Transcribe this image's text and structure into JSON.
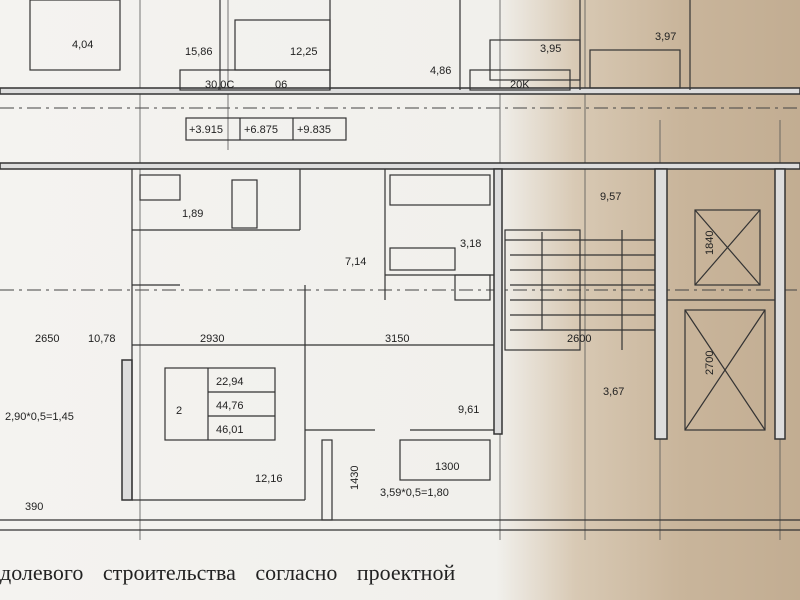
{
  "plan": {
    "top_rooms": [
      "4,04",
      "15,86",
      "12,25",
      "4,86",
      "3,95",
      "3,97"
    ],
    "top_balconies": [
      "30,0C",
      "06",
      "20K"
    ],
    "elevations": [
      "+3.915",
      "+6.875",
      "+9.835"
    ],
    "rooms": {
      "bath": "1,89",
      "kitchen": "7,14",
      "wc": "3,18",
      "stair_hall": "9,57",
      "lift_dim": "1840",
      "lobby": "3,67",
      "lift_dim2": "2700",
      "hall": "9,61",
      "living": "12,16"
    },
    "dimensions": {
      "d1": "2650",
      "d2": "10,78",
      "d3": "2930",
      "d4": "3150",
      "d5": "2600",
      "d6": "1430",
      "d7": "1300",
      "d8": "390"
    },
    "balconies": {
      "left": "2,90*0,5=1,45",
      "right": "3,59*0,5=1,80"
    },
    "apartment": {
      "number": "2",
      "areas": [
        "22,94",
        "44,76",
        "46,01"
      ]
    }
  },
  "caption": {
    "line1": "долевого строительства согласно проектной"
  }
}
